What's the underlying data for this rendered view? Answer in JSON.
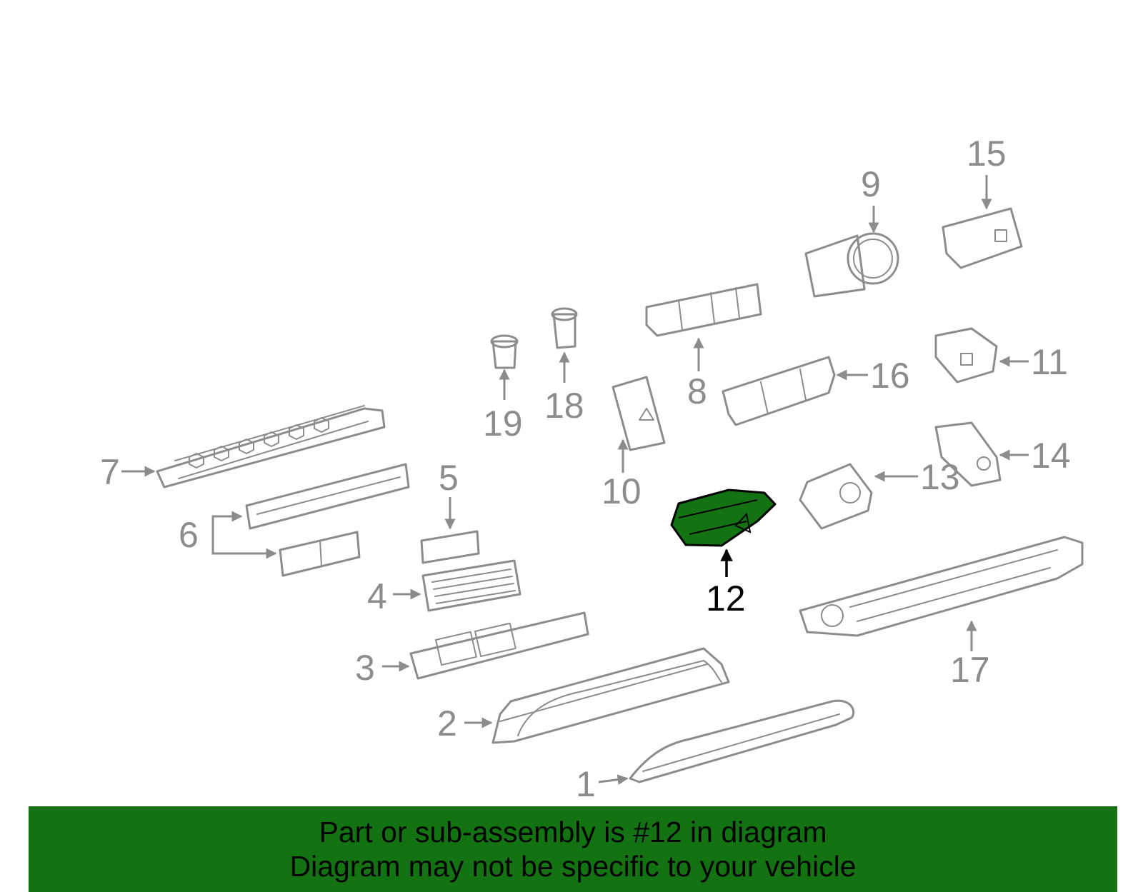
{
  "highlight_color": "#137313",
  "banner_color": "#137313",
  "callouts": [
    "1",
    "2",
    "3",
    "4",
    "5",
    "6",
    "7",
    "8",
    "9",
    "10",
    "11",
    "12",
    "13",
    "14",
    "15",
    "16",
    "17",
    "18",
    "19"
  ],
  "highlighted_part": "12",
  "banner": {
    "line1": "Part or sub-assembly is #12 in diagram",
    "line2": "Diagram may not be specific to your vehicle"
  }
}
